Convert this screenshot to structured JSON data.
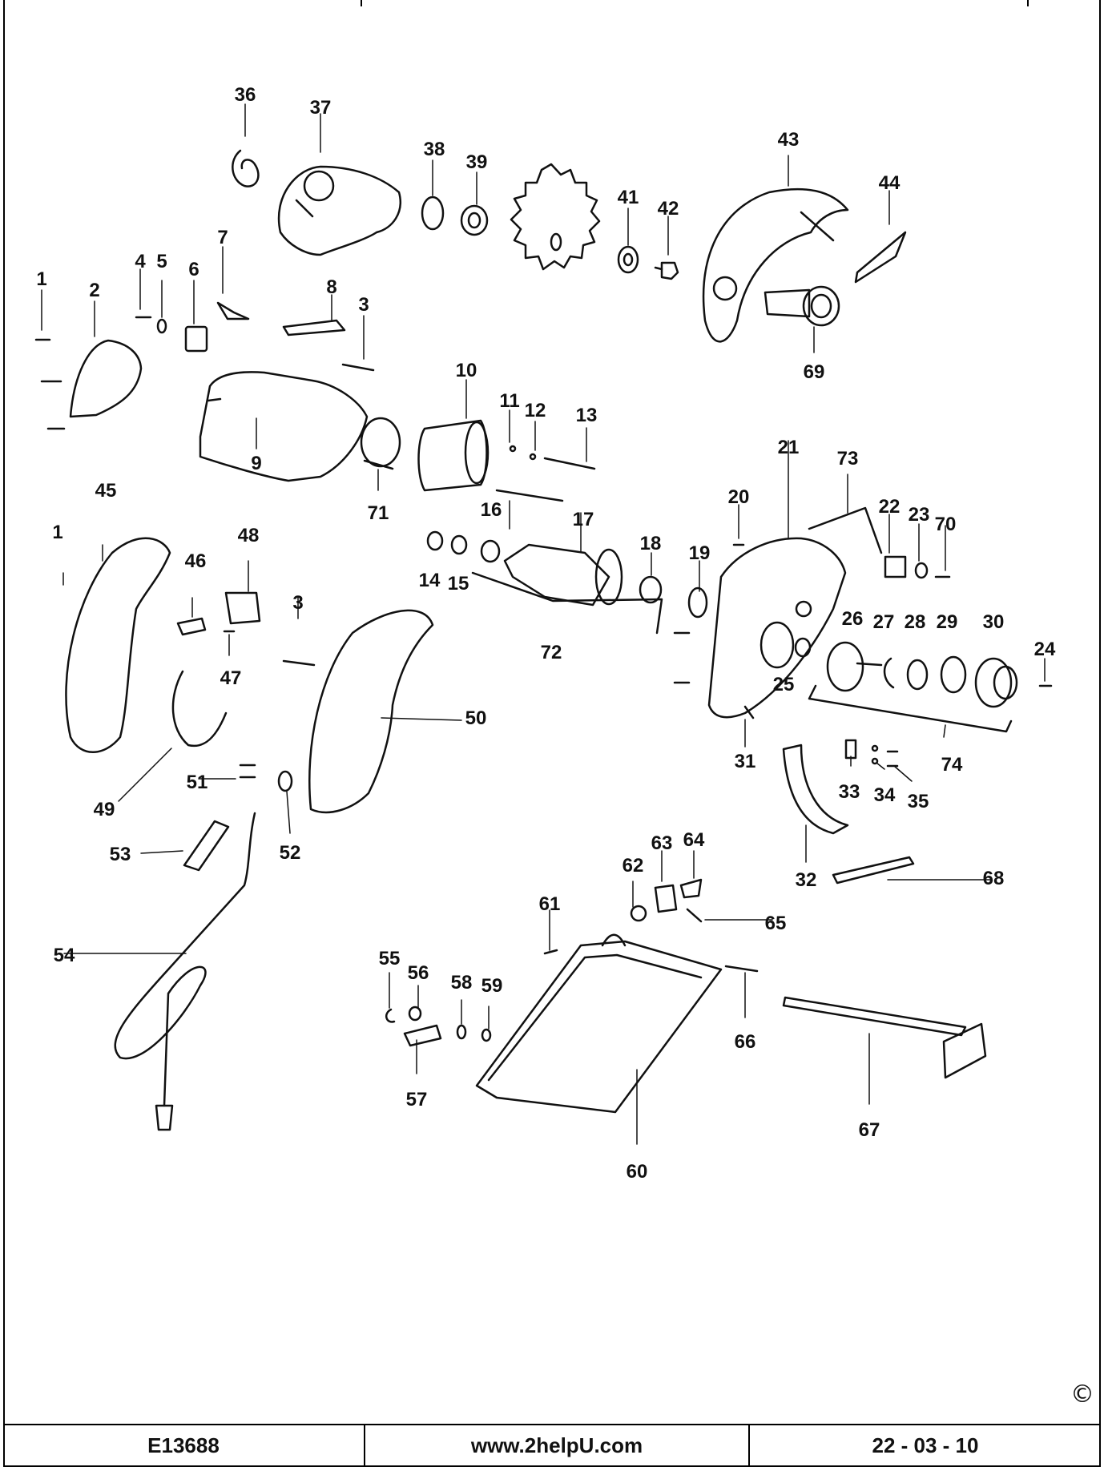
{
  "callouts": [
    "1",
    "2",
    "3",
    "4",
    "5",
    "6",
    "7",
    "8",
    "9",
    "10",
    "11",
    "12",
    "13",
    "14",
    "15",
    "16",
    "17",
    "18",
    "19",
    "20",
    "21",
    "22",
    "23",
    "24",
    "25",
    "26",
    "27",
    "28",
    "29",
    "30",
    "31",
    "32",
    "33",
    "34",
    "35",
    "36",
    "37",
    "38",
    "39",
    "41",
    "42",
    "43",
    "44",
    "45",
    "46",
    "47",
    "48",
    "49",
    "50",
    "51",
    "52",
    "53",
    "54",
    "55",
    "56",
    "57",
    "58",
    "59",
    "60",
    "61",
    "62",
    "63",
    "64",
    "65",
    "66",
    "67",
    "68",
    "69",
    "70",
    "71",
    "72",
    "73",
    "74"
  ],
  "copyright_symbol": "©",
  "footer": {
    "model": "E13688",
    "website": "www.2helpU.com",
    "date": "22 - 03 - 10"
  }
}
